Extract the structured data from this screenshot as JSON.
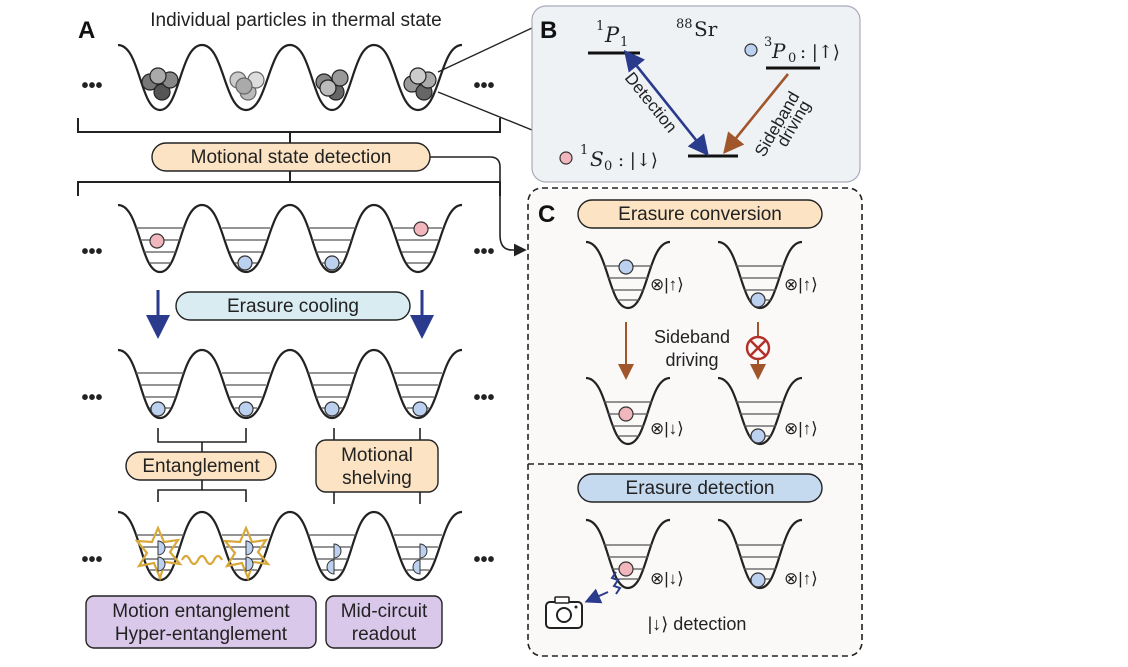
{
  "panel_a": {
    "letter": "A",
    "title": "Individual particles in thermal state",
    "ellipsis": "•••",
    "motional_detection": "Motional state detection",
    "erasure_cooling": "Erasure cooling",
    "entanglement": "Entanglement",
    "motional_shelving_1": "Motional",
    "motional_shelving_2": "shelving",
    "motion_entanglement": "Motion entanglement",
    "hyper_entanglement": "Hyper-entanglement",
    "mid_circuit_1": "Mid-circuit",
    "mid_circuit_2": "readout"
  },
  "panel_b": {
    "letter": "B",
    "isotope_mass": "88",
    "isotope_symbol": "Sr",
    "p1_super": "1",
    "p1_label": "P",
    "p1_sub": "1",
    "p0_super": "3",
    "p0_label": "P",
    "p0_sub": "0",
    "p0_state": ": |↑⟩",
    "s0_super": "1",
    "s0_label": "S",
    "s0_sub": "0",
    "s0_state": ": |↓⟩",
    "detection": "Detection",
    "sideband_1": "Sideband",
    "sideband_2": "driving"
  },
  "panel_c": {
    "letter": "C",
    "erasure_conversion": "Erasure conversion",
    "sideband_1": "Sideband",
    "sideband_2": "driving",
    "ket_up": "⊗|↑⟩",
    "ket_down": "⊗|↓⟩",
    "erasure_detection": "Erasure detection",
    "down_detection": "|↓⟩ detection"
  },
  "colors": {
    "pill_orange": "#fbe3c4",
    "pill_blue": "#d9ecf2",
    "pill_blue2": "#c5d9ef",
    "pill_purple": "#d9c8ea",
    "atom_red": "#f2b6bd",
    "atom_blue": "#bcd0ef",
    "arrow_navy": "#2a3a8c",
    "arrow_brown": "#a0562a",
    "panel_b_bg": "#eef2f5",
    "panel_c_bg": "#fbf8f8"
  }
}
